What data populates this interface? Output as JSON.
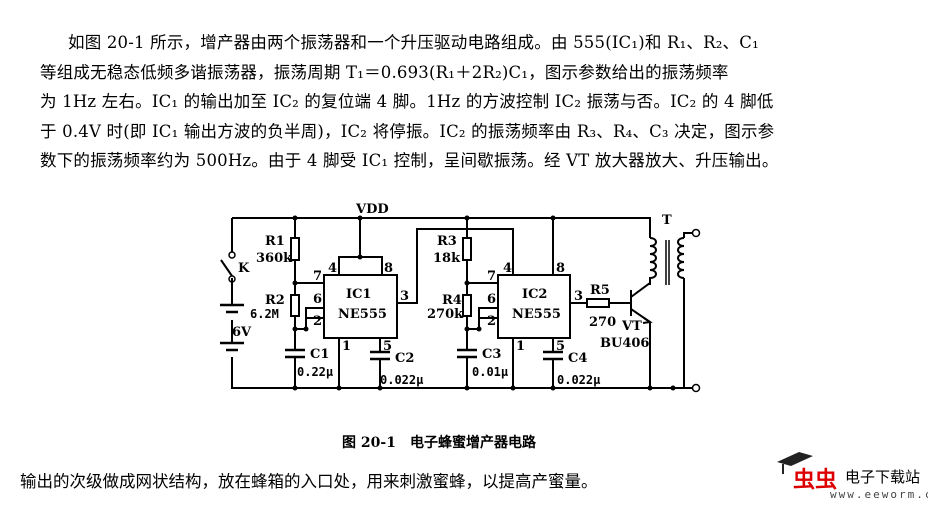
{
  "paragraph": [
    "如图 20-1 所示，增产器由两个振荡器和一个升压驱动电路组成。由 555(IC₁)和 R₁、R₂、C₁",
    "等组成无稳态低频多谐振荡器，振荡周期 T₁＝0.693(R₁＋2R₂)C₁，图示参数给出的振荡频率",
    "为 1Hz 左右。IC₁ 的输出加至 IC₂ 的复位端 4 脚。1Hz 的方波控制 IC₂ 振荡与否。IC₂ 的 4 脚低",
    "于 0.4V 时(即 IC₁ 输出方波的负半周)，IC₂ 将停振。IC₂ 的振荡频率由 R₃、R₄、C₃ 决定，图示参",
    "数下的振荡频率约为 500Hz。由于 4 脚受 IC₁ 控制，呈间歇振荡。经 VT 放大器放大、升压输出。"
  ],
  "circuit": {
    "vdd": "VDD",
    "switch": "K",
    "battery": "6V",
    "r1": {
      "name": "R1",
      "value": "360k"
    },
    "r2": {
      "name": "R2",
      "value": "6.2M"
    },
    "c1": {
      "name": "C1",
      "value": "0.22μ"
    },
    "c2": {
      "name": "C2",
      "value": "0.022μ"
    },
    "ic1": {
      "name": "IC1",
      "part": "NE555"
    },
    "r3": {
      "name": "R3",
      "value": "18k"
    },
    "r4": {
      "name": "R4",
      "value": "270k"
    },
    "c3": {
      "name": "C3",
      "value": "0.01μ"
    },
    "c4": {
      "name": "C4",
      "value": "0.022μ"
    },
    "ic2": {
      "name": "IC2",
      "part": "NE555"
    },
    "r5": {
      "name": "R5",
      "value": "270"
    },
    "vt": {
      "name": "VT",
      "part": "BU406"
    },
    "transformer": "T",
    "pins": {
      "p1": "1",
      "p2": "2",
      "p3": "3",
      "p4": "4",
      "p5": "5",
      "p6": "6",
      "p7": "7",
      "p8": "8"
    }
  },
  "caption": "图 20-1　电子蜂蜜增产器电路",
  "tail": "输出的次级做成网状结构，放在蜂箱的入口处，用来刺激蜜蜂，以提高产蜜量。",
  "watermark": {
    "brand": "虫虫",
    "name": "电子下载站",
    "url": "www.eeworm.com"
  }
}
